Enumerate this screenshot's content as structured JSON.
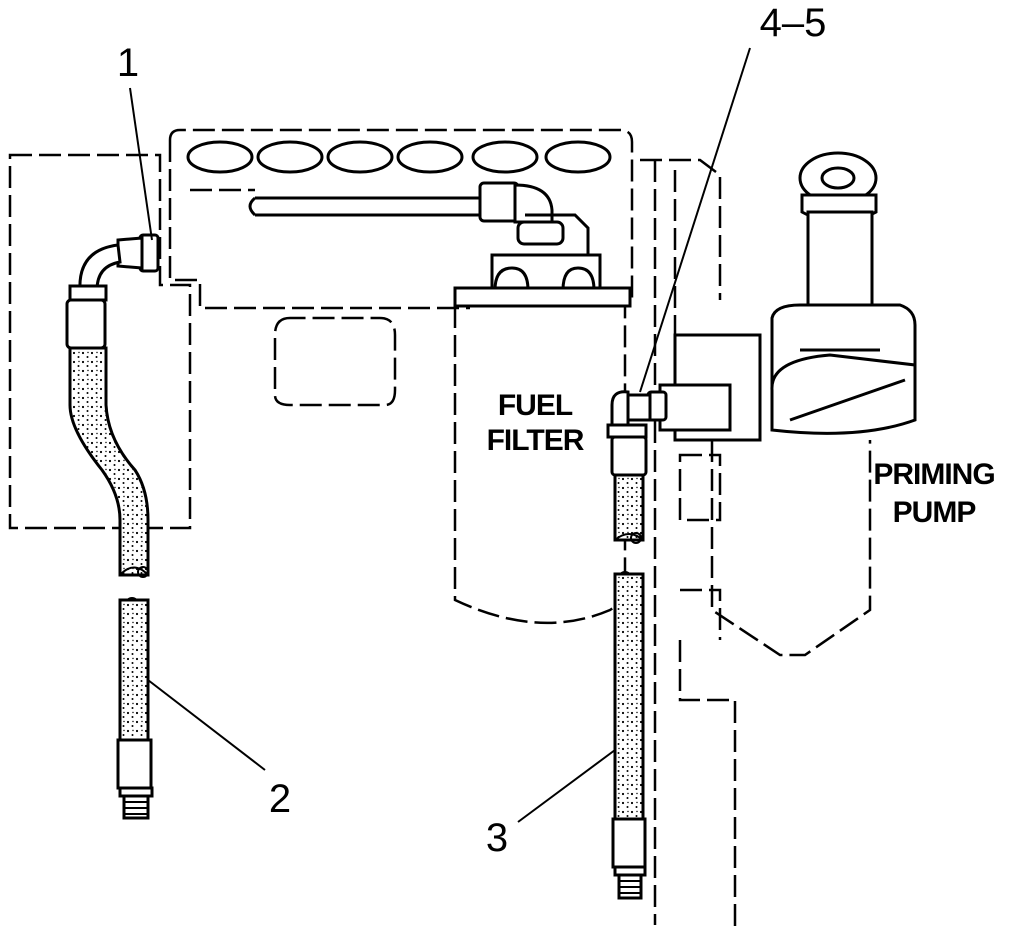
{
  "callouts": {
    "c1": "1",
    "c2": "2",
    "c3": "3",
    "c45": "4–5"
  },
  "components": {
    "fuel_filter_line1": "FUEL",
    "fuel_filter_line2": "FILTER",
    "priming_pump_line1": "PRIMING",
    "priming_pump_line2": "PUMP"
  },
  "colors": {
    "ink": "#000000",
    "paper": "#ffffff"
  }
}
